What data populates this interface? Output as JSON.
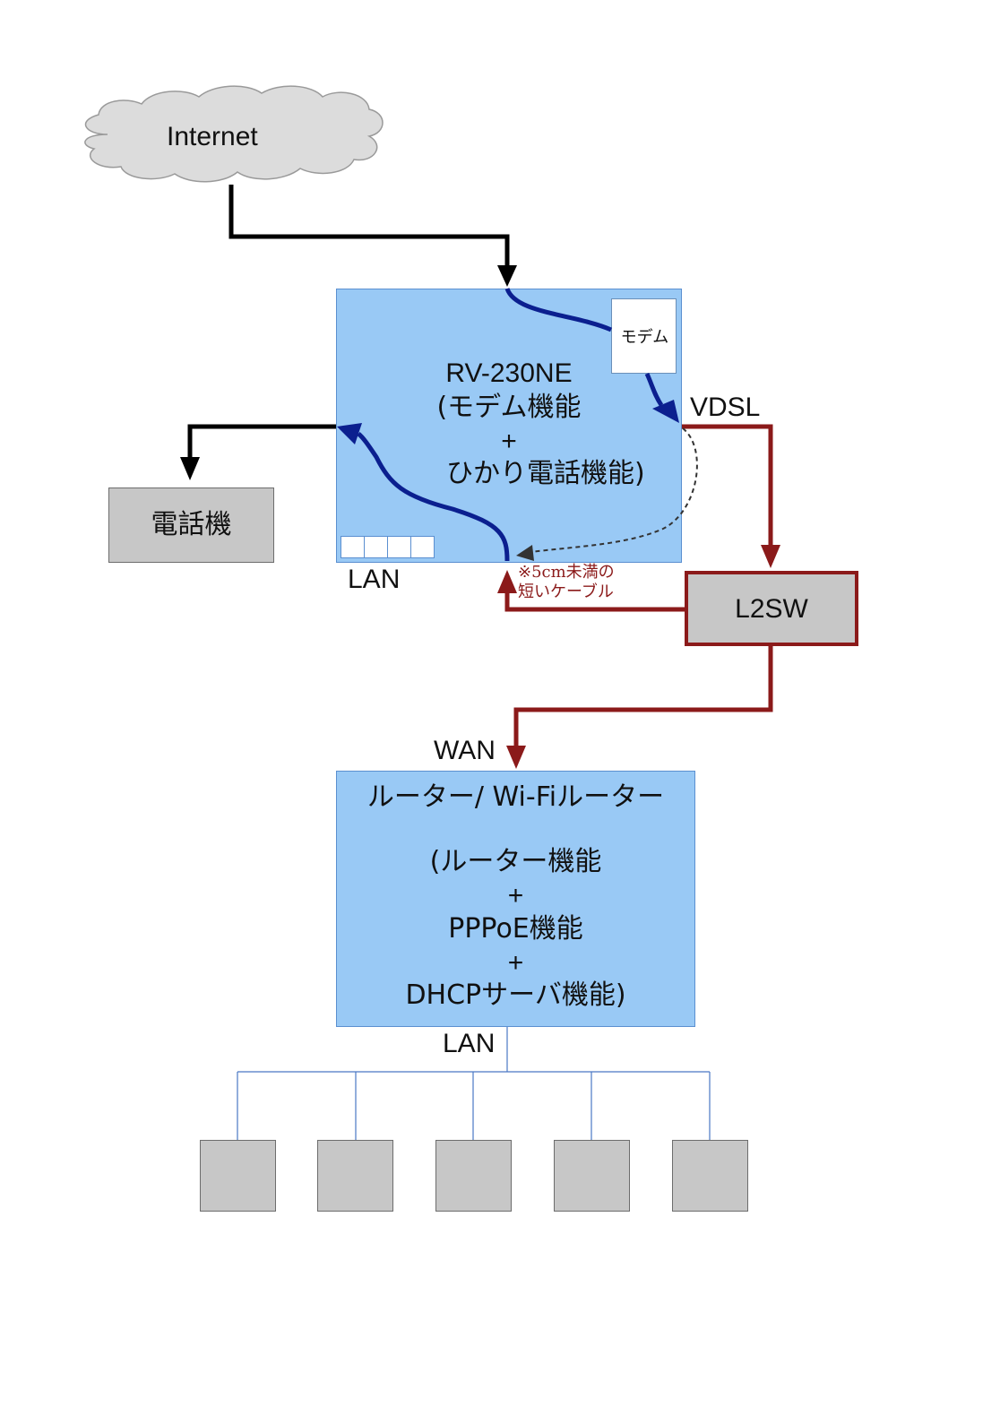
{
  "cloud": {
    "label": "Internet"
  },
  "router_top": {
    "line1": "RV-230NE",
    "line2": "(モデム機能",
    "line3": "+",
    "line4": "ひかり電話機能)"
  },
  "modem": {
    "label": "モデム"
  },
  "phone": {
    "label": "電話機"
  },
  "port_labels": {
    "lan_top": "LAN",
    "vdsl": "VDSL",
    "wan": "WAN",
    "lan_bottom": "LAN"
  },
  "switch": {
    "label": "L2SW"
  },
  "note": {
    "line1": "※5cm未満の",
    "line2": "短いケーブル"
  },
  "router_bottom": {
    "line1": "ルーター/ Wi-Fiルーター",
    "line2": "(ルーター機能",
    "line3": "+",
    "line4": "PPPoE機能",
    "line5": "+",
    "line6": "DHCPサーバ機能)"
  },
  "colors": {
    "blue_box": "#99c9f5",
    "grey_box": "#c7c7c7",
    "dark_red": "#8b1a1a",
    "navy": "#0b1f8f"
  }
}
